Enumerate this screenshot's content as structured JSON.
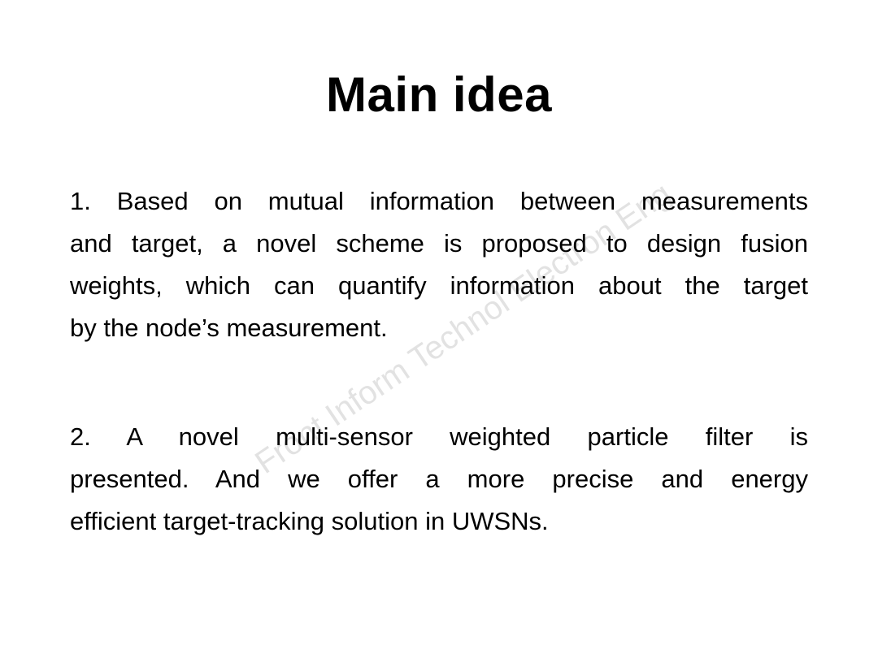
{
  "slide": {
    "title": "Main idea",
    "paragraphs": [
      {
        "lines": [
          "1. Based on mutual information between measurements",
          "and target, a novel scheme is proposed to design fusion",
          "weights, which can quantify information about the target",
          "by the node’s measurement."
        ]
      },
      {
        "lines": [
          "2. A novel multi-sensor weighted particle filter is",
          "presented. And we offer a more precise and energy",
          "efficient target-tracking solution in UWSNs."
        ]
      }
    ],
    "watermark": "Front Inform Technol Electron Eng"
  }
}
